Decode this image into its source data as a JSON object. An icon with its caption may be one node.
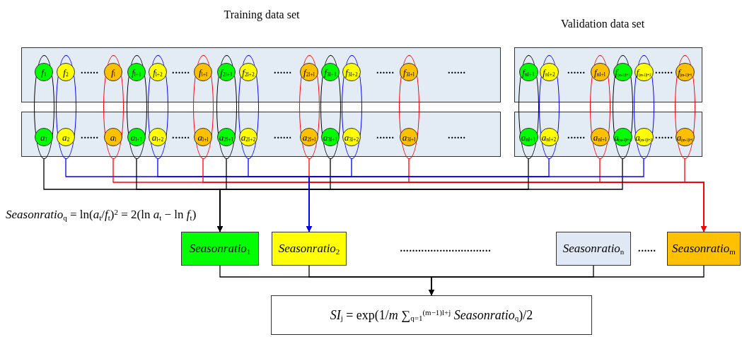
{
  "diagram": {
    "nodes": [
      {
        "text": [],
        "shape": "box"
      },
      {
        "text": [
          "f$_{1}$"
        ]
      },
      {
        "text": [
          "f$_{2}$"
        ]
      },
      {
        "text": [
          "f$_{l}$"
        ]
      },
      {
        "text": [
          "f$_{l+1}$"
        ]
      },
      {
        "text": [
          "f$_{l+2}$"
        ]
      },
      {
        "text": [
          "f$_{l+l}$"
        ]
      },
      {
        "text": [
          "f$_{2l+1}$"
        ]
      },
      {
        "text": [
          "f$_{2l+2}$"
        ]
      },
      {
        "text": [
          "f$_{2l+l}$"
        ]
      },
      {
        "text": [
          "f$_{3l+1}$"
        ]
      },
      {
        "text": [
          "f$_{3l+2}$"
        ]
      },
      {
        "text": [
          "f$_{3l+l}$"
        ]
      },
      {
        "text": [],
        "shape": "box"
      },
      {
        "text": [
          "f$_{nl+1}$"
        ]
      },
      {
        "text": [
          "f$_{nl+2}$"
        ]
      },
      {
        "text": [
          "f$_{nl+l}$"
        ]
      },
      {
        "text": [
          "f$_{(m-1)l+1}$"
        ]
      },
      {
        "text": [
          "f$_{(m-1)l+2}$"
        ]
      },
      {
        "text": [
          "f$_{(m-1)l+l}$"
        ]
      },
      {
        "text": [],
        "shape": "box"
      },
      {
        "text": [
          "a$_{1}$"
        ]
      },
      {
        "text": [
          "a$_{2}$"
        ]
      },
      {
        "text": [
          "a$_{l}$"
        ]
      },
      {
        "text": [
          "a$_{l+1}$"
        ]
      },
      {
        "text": [
          "a$_{l+2}$"
        ]
      },
      {
        "text": [
          "a$_{l+l}$"
        ]
      },
      {
        "text": [
          "a$_{2l+1}$"
        ]
      },
      {
        "text": [
          "a$_{2l+2}$"
        ]
      },
      {
        "text": [
          "a$_{2l+l}$"
        ]
      },
      {
        "text": [
          "a$_{3l+1}$"
        ]
      },
      {
        "text": [
          "a$_{3l+2}$"
        ]
      },
      {
        "text": [
          "a$_{3l+l}$"
        ]
      },
      {
        "text": [],
        "shape": "box"
      },
      {
        "text": [
          "a$_{nl+1}$"
        ]
      },
      {
        "text": [
          "a$_{nl+2}$"
        ]
      },
      {
        "text": [
          "a$_{nl+l}$"
        ]
      },
      {
        "text": [
          "a$_{(m-1)l+1}$"
        ]
      },
      {
        "text": [
          "a$_{(m-1)l+2}$"
        ]
      },
      {
        "text": [
          "a$_{(m-1)l+l}$"
        ]
      },
      {
        "text": [],
        "shape": "ellipse"
      },
      {
        "text": [],
        "shape": "ellipse"
      },
      {
        "text": [],
        "shape": "ellipse"
      },
      {
        "text": [],
        "shape": "ellipse"
      },
      {
        "text": [],
        "shape": "ellipse"
      },
      {
        "text": [],
        "shape": "ellipse"
      },
      {
        "text": [],
        "shape": "ellipse"
      },
      {
        "text": [],
        "shape": "ellipse"
      },
      {
        "text": [],
        "shape": "ellipse"
      },
      {
        "text": [],
        "shape": "ellipse"
      },
      {
        "text": [],
        "shape": "ellipse"
      },
      {
        "text": [],
        "shape": "ellipse"
      },
      {
        "text": [],
        "shape": "ellipse"
      },
      {
        "text": [],
        "shape": "ellipse"
      },
      {
        "text": [],
        "shape": "ellipse"
      },
      {
        "text": [],
        "shape": "ellipse"
      },
      {
        "text": [],
        "shape": "ellipse"
      },
      {
        "text": [],
        "shape": "ellipse"
      },
      {
        "text": [
          "Seasonratio$_{1}$"
        ]
      },
      {
        "text": [
          "Seasonratio$_{2}$"
        ]
      },
      {
        "text": [
          "Seasonratio$_{n}$"
        ]
      },
      {
        "text": [
          "Seasonratio$_{m}$"
        ]
      },
      {
        "text": [
          "*SI*$_{j}$ = exp(1/*m* ∑$_{q=1}$$^{(m−1)l+j}$ *Seasonratio*$_{q}$)/2"
        ]
      }
    ],
    "edges": [
      {
        "from": 40,
        "to": 58,
        "arrow": "to"
      },
      {
        "from": 41,
        "to": 59,
        "arrow": "to",
        "color": "#0000ff"
      },
      {
        "from": 42,
        "to": 61,
        "arrow": "to",
        "color": "#ff0000"
      },
      {
        "from": 43,
        "to": 58,
        "arrow": "to"
      },
      {
        "from": 44,
        "to": 59,
        "arrow": "to",
        "color": "#0000ff"
      },
      {
        "from": 45,
        "to": 61,
        "arrow": "to",
        "color": "#ff0000"
      },
      {
        "from": 46,
        "to": 58,
        "arrow": "to"
      },
      {
        "from": 47,
        "to": 59,
        "arrow": "to",
        "color": "#0000ff"
      },
      {
        "from": 48,
        "to": 61,
        "arrow": "to",
        "color": "#ff0000"
      },
      {
        "from": 49,
        "to": 58,
        "arrow": "to"
      },
      {
        "from": 50,
        "to": 59,
        "arrow": "to",
        "color": "#0000ff"
      },
      {
        "from": 51,
        "to": 61,
        "arrow": "to",
        "color": "#ff0000"
      },
      {
        "from": 52,
        "to": 58,
        "arrow": "to"
      },
      {
        "from": 53,
        "to": 59,
        "arrow": "to",
        "color": "#0000ff"
      },
      {
        "from": 54,
        "to": 61,
        "arrow": "to",
        "color": "#ff0000"
      },
      {
        "from": 55,
        "to": 58,
        "arrow": "to"
      },
      {
        "from": 56,
        "to": 59,
        "arrow": "to",
        "color": "#0000ff"
      },
      {
        "from": 57,
        "to": 61,
        "arrow": "to",
        "color": "#ff0000"
      },
      {
        "from": 58,
        "to": 62,
        "arrow": "to"
      },
      {
        "from": 59,
        "to": 62,
        "arrow": "to"
      },
      {
        "from": 60,
        "to": 62,
        "arrow": "to"
      },
      {
        "from": 61,
        "to": 62,
        "arrow": "to"
      }
    ],
    "labels": [
      "Training data set",
      "Validation data set",
      "......",
      "......",
      "......",
      "......",
      "......",
      "......",
      "......",
      "......",
      "......",
      "......",
      "......",
      "......",
      "......",
      "......",
      "*Seasonratio*$_{q}$ = ln(*a*$_{t}$/*f*$_{t}$)$^{2}$ = 2(ln *a*$_{t}$ − ln *f*$_{t}$)",
      "..............................",
      "......"
    ]
  }
}
